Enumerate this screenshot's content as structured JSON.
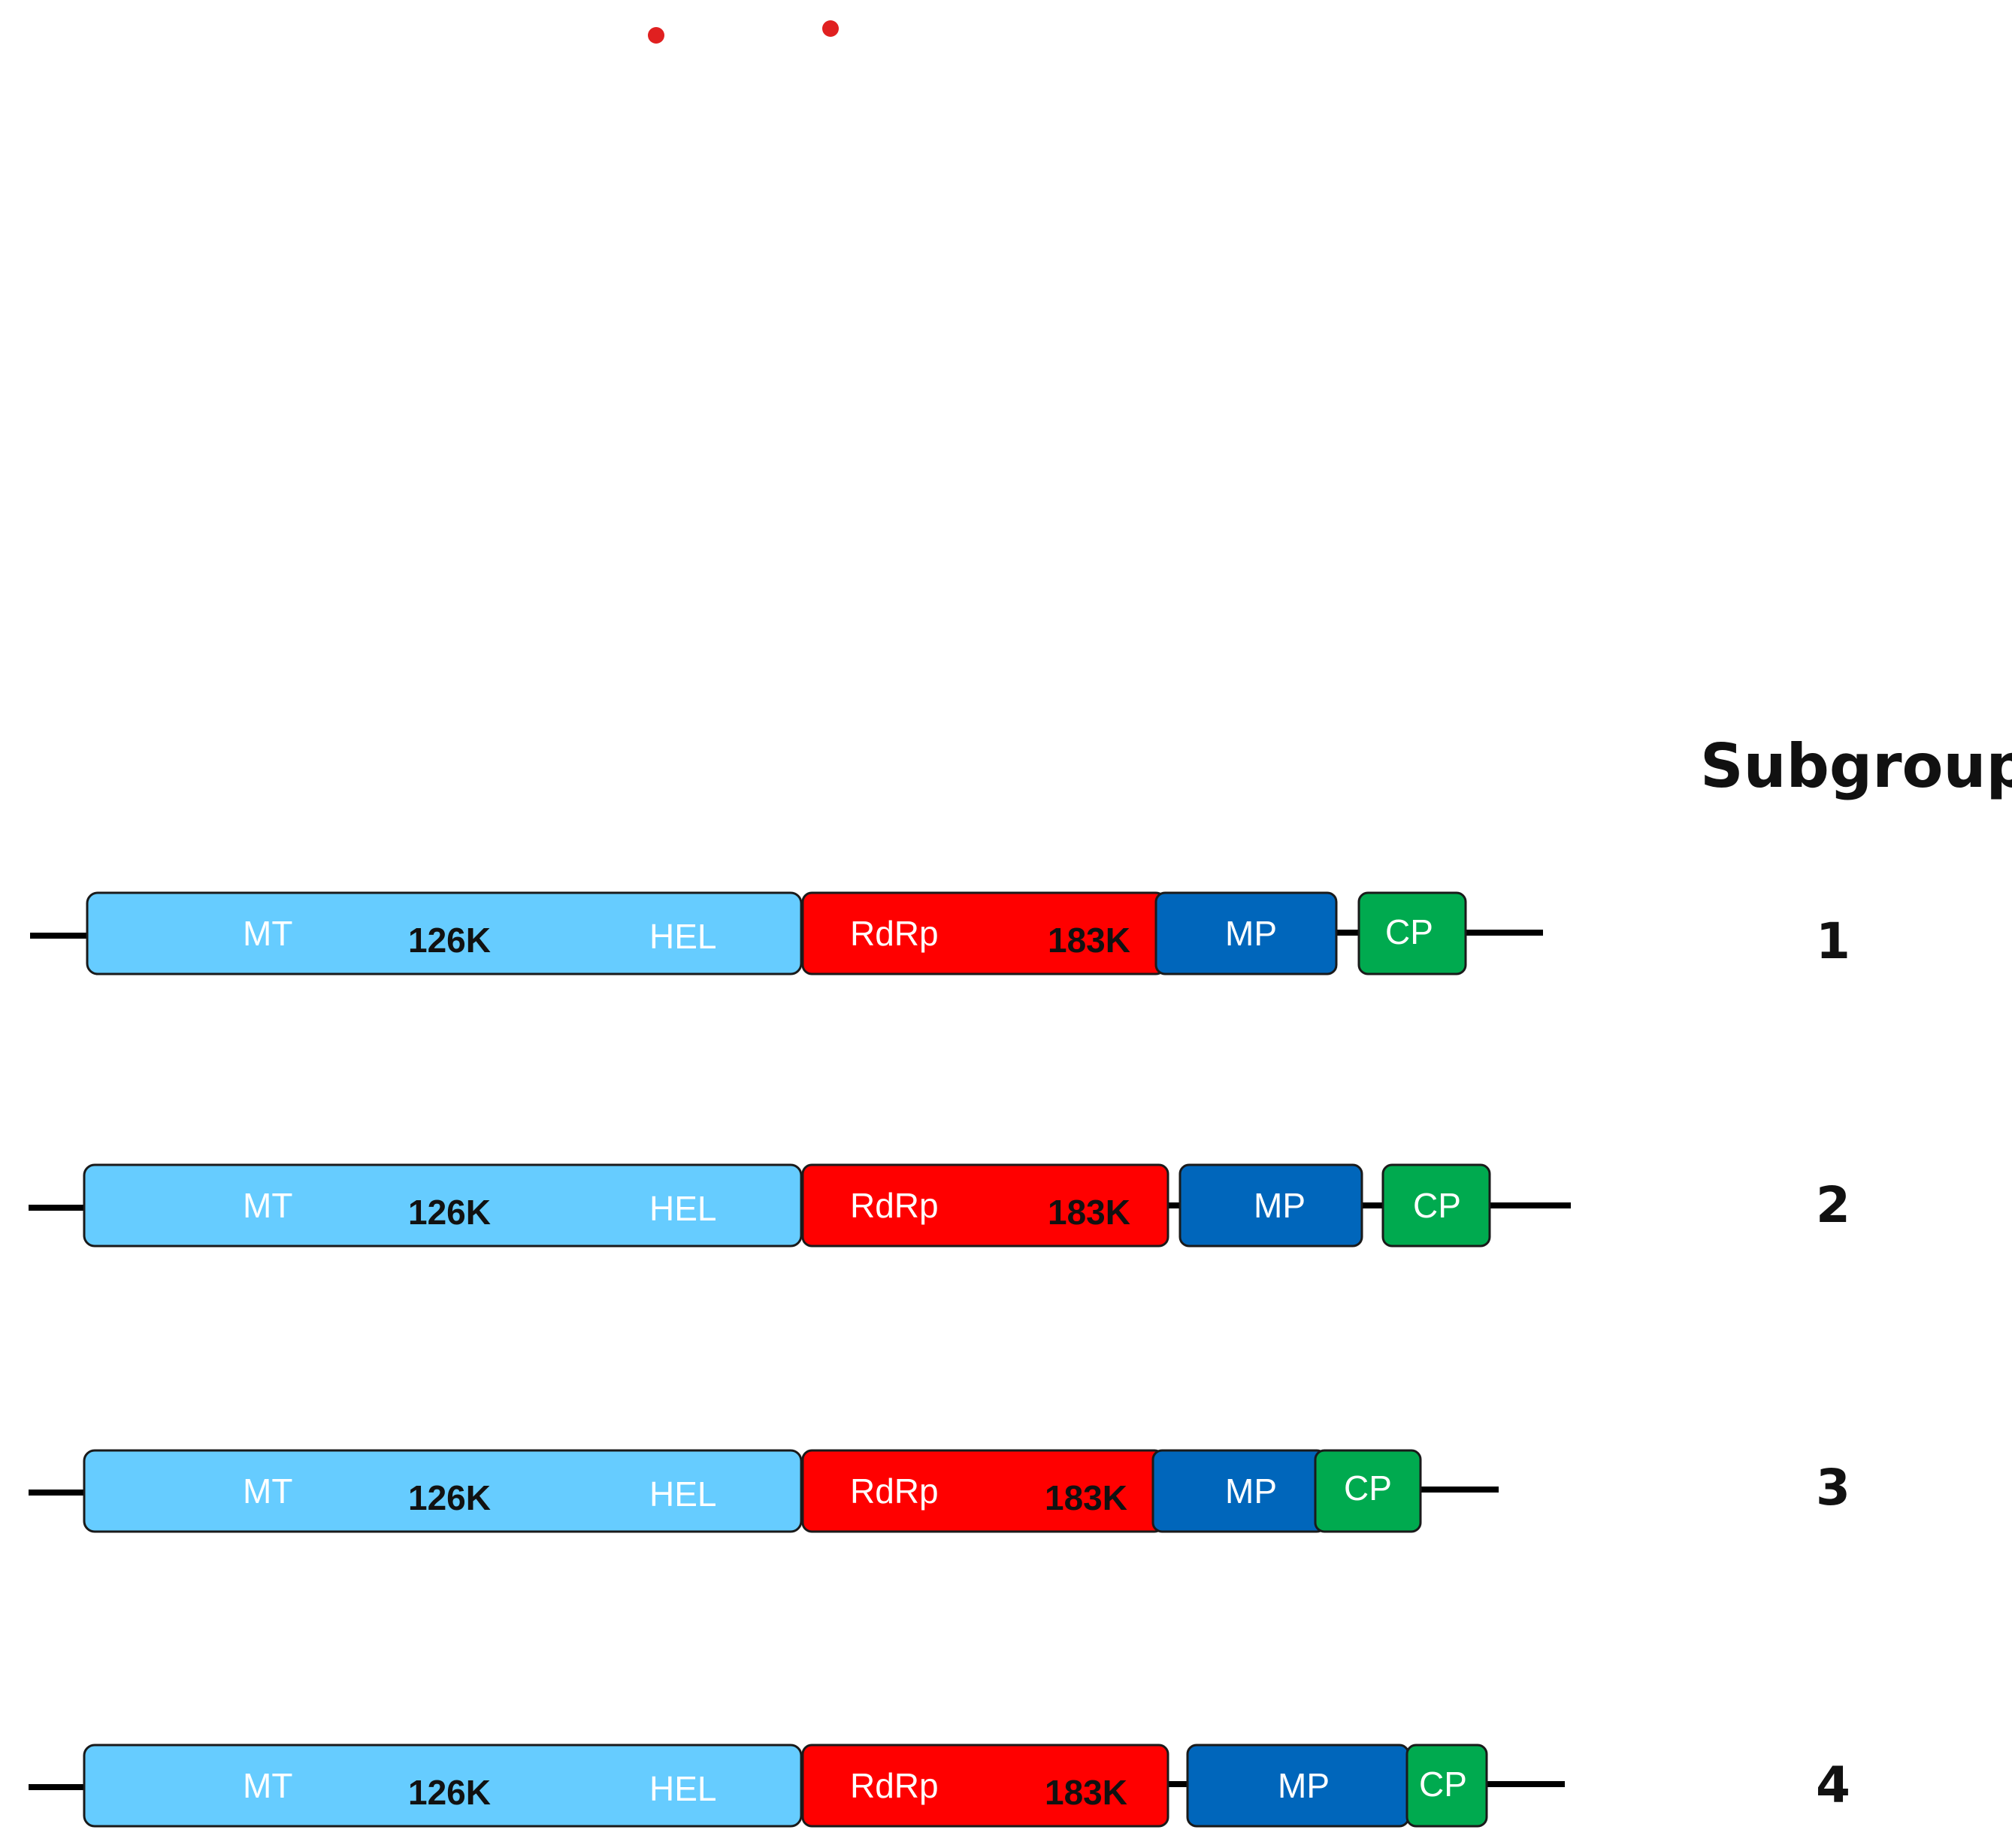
{
  "heading": "Subgroup",
  "colors": {
    "replicase_126k": "#66CCFF",
    "rdrp_183k": "#FF0000",
    "movement_protein": "#0066BB",
    "coat_protein": "#00AA4F",
    "genome_line": "#000000",
    "marker": "#E02020"
  },
  "domain_labels": {
    "mt": "MT",
    "k126": "126K",
    "hel": "HEL",
    "rdrp": "RdRp",
    "k183": "183K",
    "mp": "MP",
    "cp": "CP"
  },
  "subgroups": [
    {
      "number": "1"
    },
    {
      "number": "2"
    },
    {
      "number": "3"
    },
    {
      "number": "4"
    }
  ]
}
